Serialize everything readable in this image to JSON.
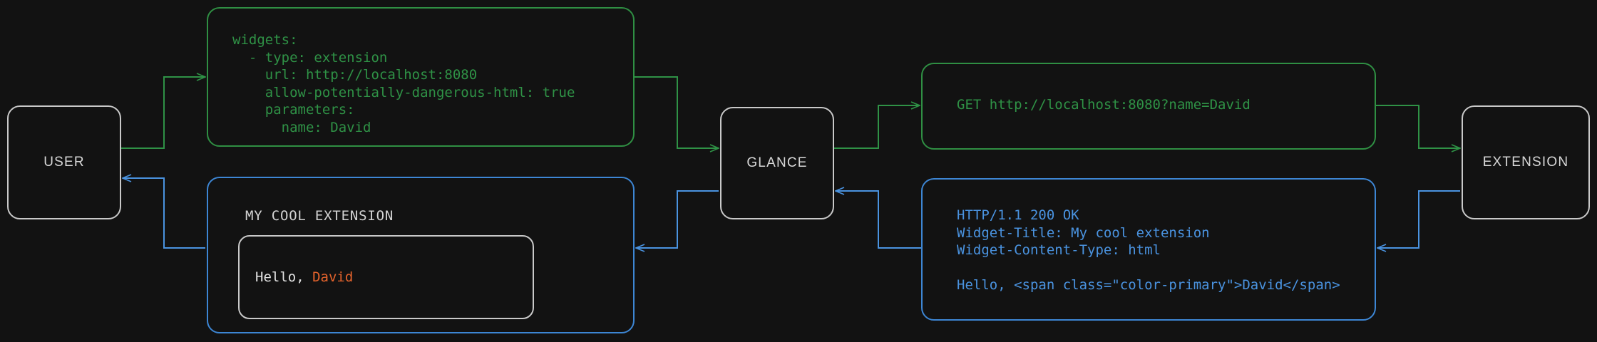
{
  "colors": {
    "background": "#121212",
    "node_border": "#c9c9c9",
    "request_green": "#2f9246",
    "response_blue": "#4a93e0",
    "accent_orange": "#e5632c",
    "text_light": "#d8d8d8"
  },
  "nodes": {
    "user": "USER",
    "glance": "GLANCE",
    "extension": "EXTENSION"
  },
  "panels": {
    "yaml": {
      "text": "widgets:\n  - type: extension\n    url: http://localhost:8080\n    allow-potentially-dangerous-html: true\n    parameters:\n      name: David"
    },
    "request": {
      "text": "GET http://localhost:8080?name=David"
    },
    "response": {
      "text": "HTTP/1.1 200 OK\nWidget-Title: My cool extension\nWidget-Content-Type: html\n\nHello, <span class=\"color-primary\">David</span>"
    },
    "widget": {
      "title": "MY COOL EXTENSION",
      "body_prefix": "Hello, ",
      "body_accent": "David"
    }
  },
  "arrows": [
    {
      "name": "user-to-config",
      "color": "#2f9246",
      "from": "USER",
      "to": "yaml-config"
    },
    {
      "name": "config-to-glance",
      "color": "#2f9246",
      "from": "yaml-config",
      "to": "GLANCE"
    },
    {
      "name": "glance-to-request",
      "color": "#2f9246",
      "from": "GLANCE",
      "to": "http-request"
    },
    {
      "name": "request-to-extension",
      "color": "#2f9246",
      "from": "http-request",
      "to": "EXTENSION"
    },
    {
      "name": "extension-to-response",
      "color": "#4a93e0",
      "from": "EXTENSION",
      "to": "http-response"
    },
    {
      "name": "response-to-glance",
      "color": "#4a93e0",
      "from": "http-response",
      "to": "GLANCE"
    },
    {
      "name": "glance-to-widget",
      "color": "#4a93e0",
      "from": "GLANCE",
      "to": "rendered-widget"
    },
    {
      "name": "widget-to-user",
      "color": "#4a93e0",
      "from": "rendered-widget",
      "to": "USER"
    }
  ]
}
